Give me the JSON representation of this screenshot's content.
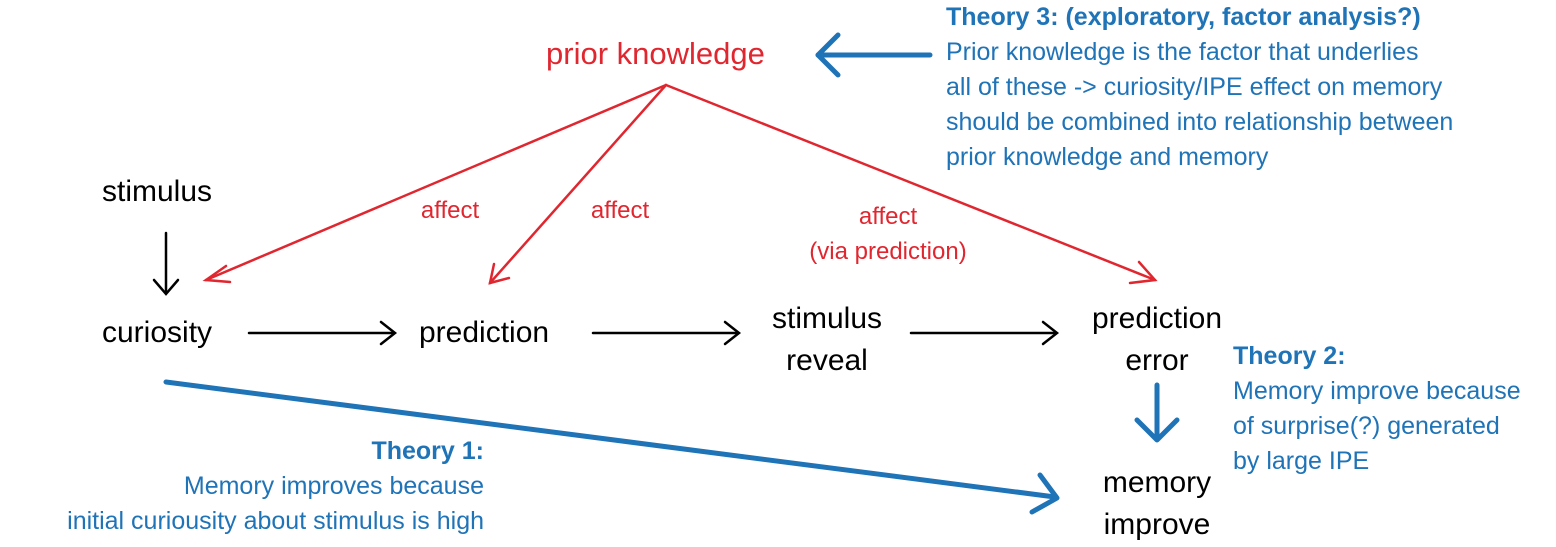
{
  "colors": {
    "red": "#e0262f",
    "blue": "#1f73b7",
    "black": "#000000"
  },
  "nodes": {
    "prior_knowledge": "prior knowledge",
    "stimulus": "stimulus",
    "curiosity": "curiosity",
    "prediction": "prediction",
    "stimulus_reveal": [
      "stimulus",
      "reveal"
    ],
    "prediction_error": [
      "prediction",
      "error"
    ],
    "memory_improve": [
      "memory",
      "improve"
    ]
  },
  "affect_labels": {
    "curiosity": "affect",
    "prediction": "affect",
    "prediction_error": [
      "affect",
      "(via prediction)"
    ]
  },
  "theories": {
    "theory1": {
      "title": "Theory 1:",
      "lines": [
        "Memory improves because",
        "initial curiousity about stimulus is high"
      ]
    },
    "theory2": {
      "title": "Theory 2:",
      "lines": [
        "Memory improve because",
        "of surprise(?) generated",
        "by large IPE"
      ]
    },
    "theory3": {
      "title": "Theory 3: (exploratory, factor analysis?)",
      "lines": [
        "Prior knowledge is the factor that underlies",
        "all of these -> curiosity/IPE effect on memory",
        "should be combined into relationship between",
        "prior knowledge and memory"
      ]
    }
  }
}
